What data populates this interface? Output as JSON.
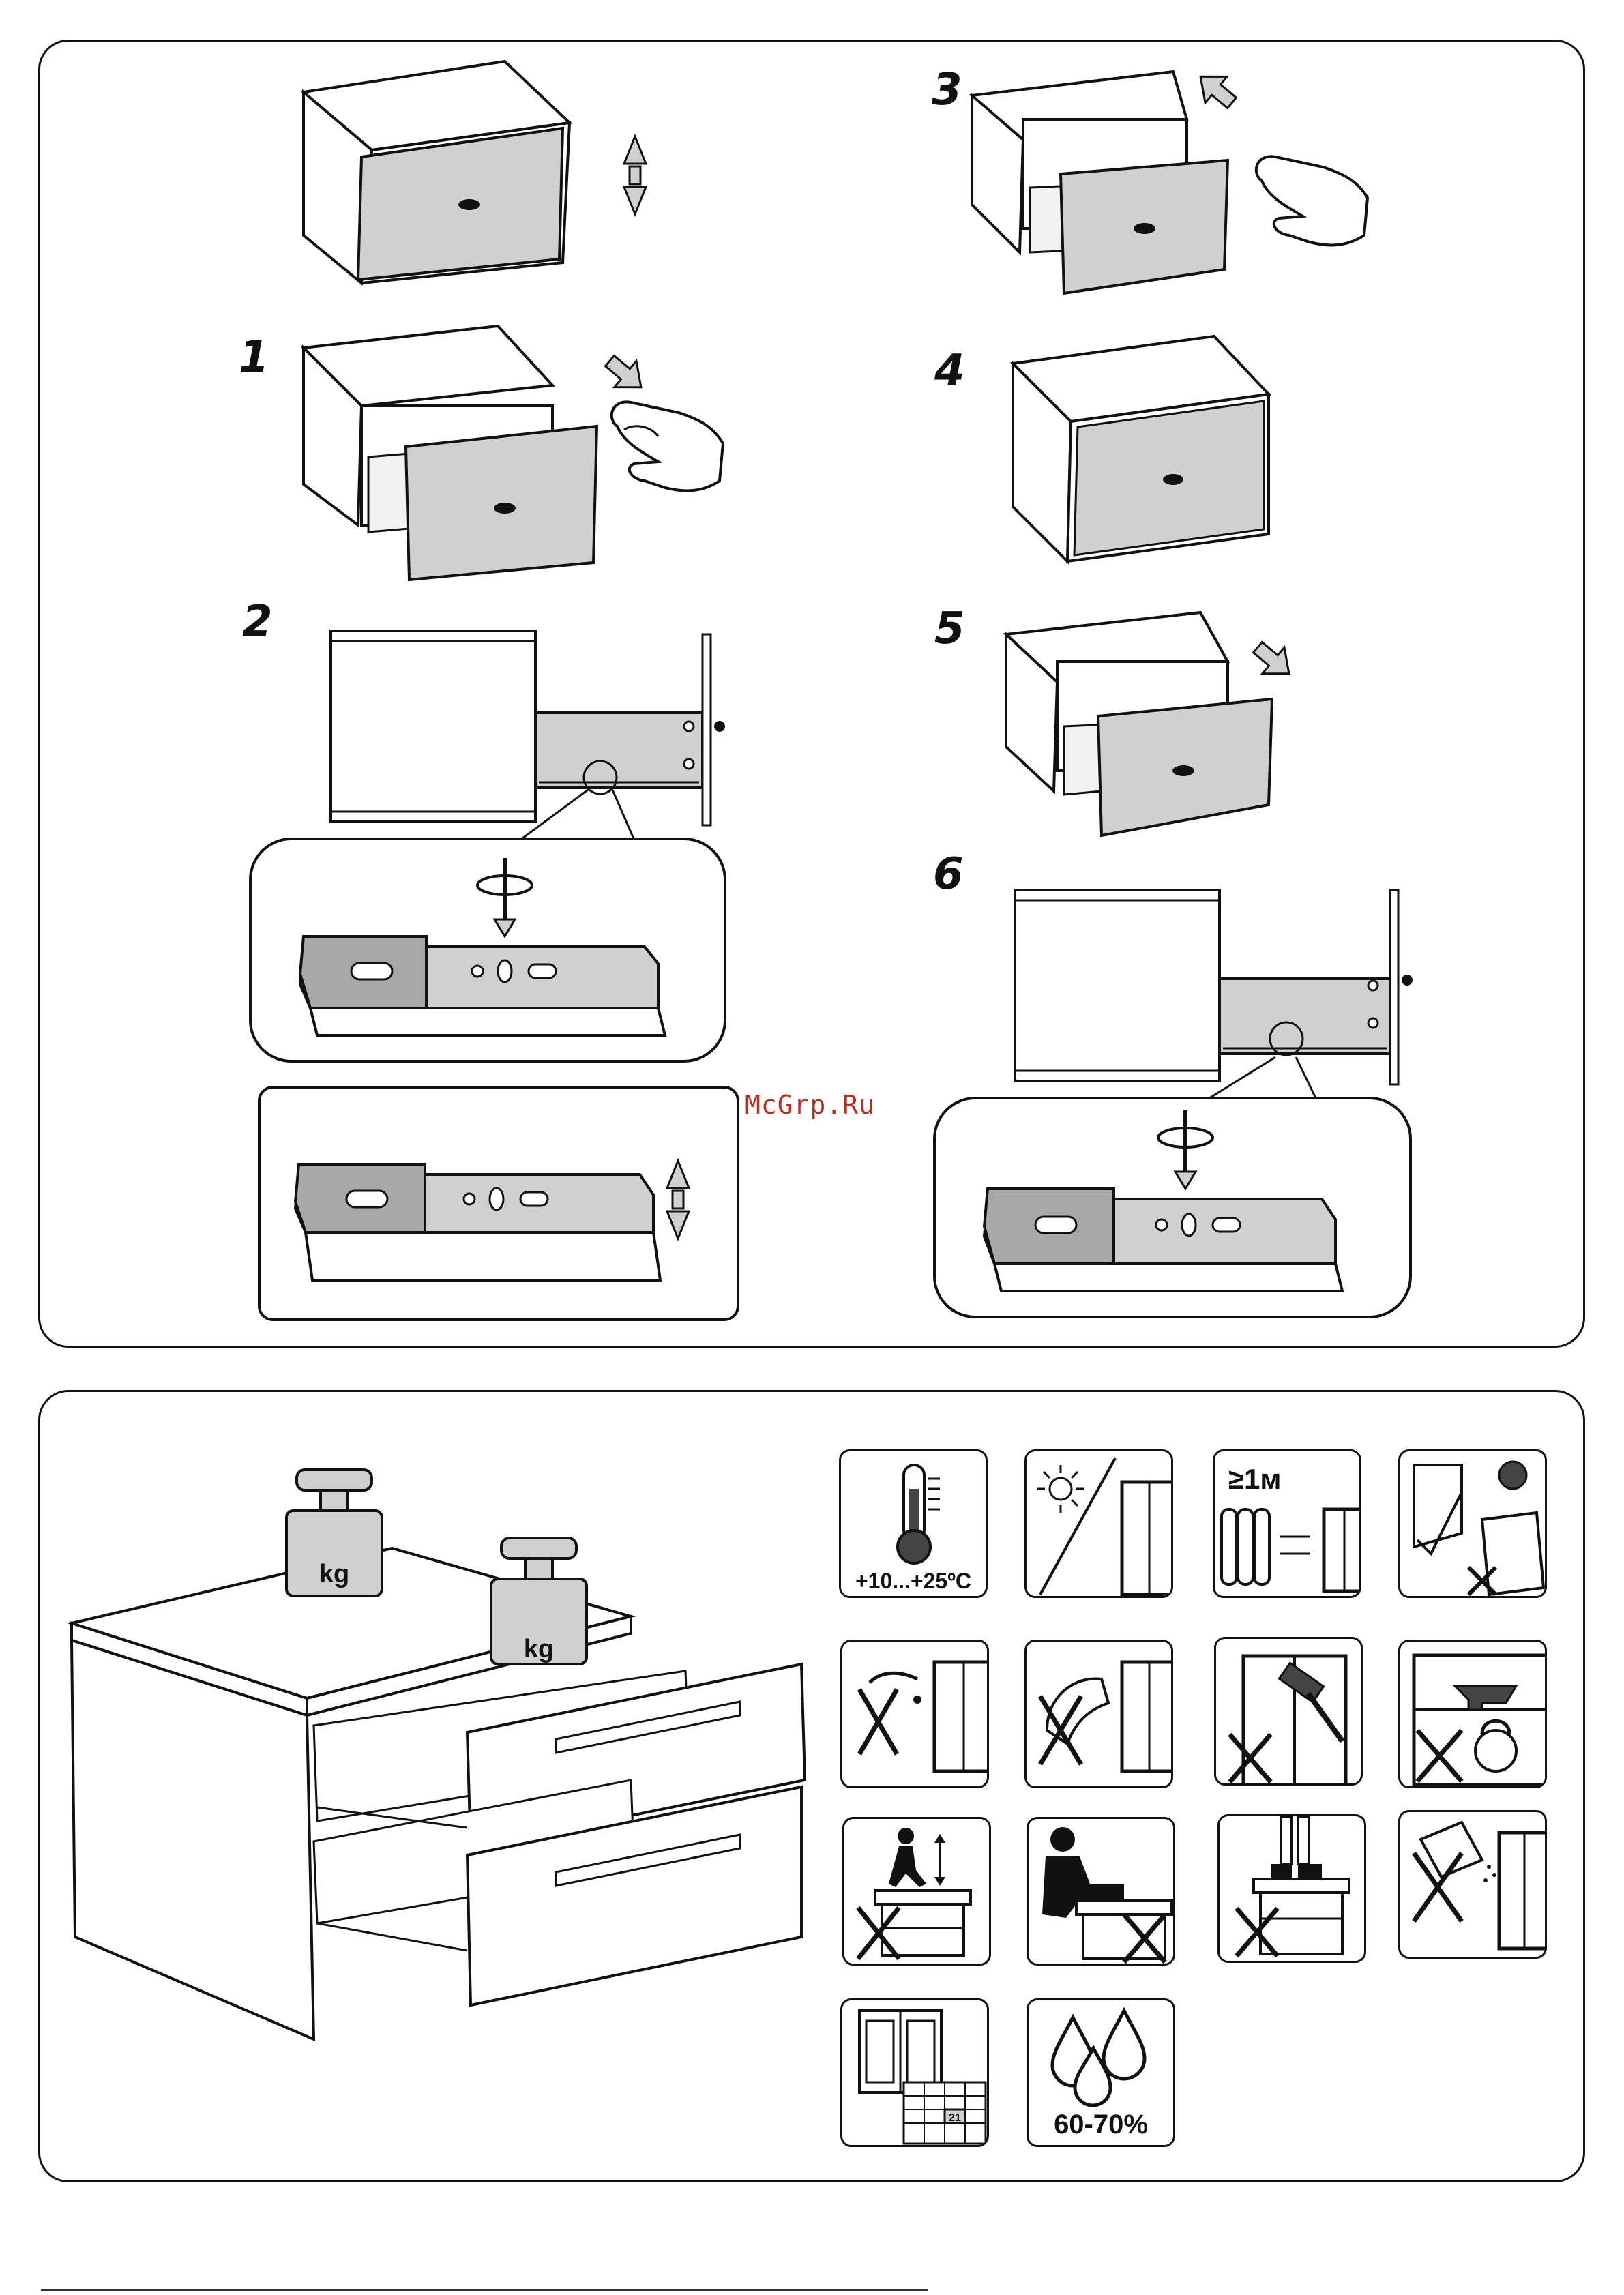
{
  "watermark": "McGrp.Ru",
  "steps": {
    "s1": "1",
    "s2": "2",
    "s3": "3",
    "s4": "4",
    "s5": "5",
    "s6": "6"
  },
  "weights": {
    "kg_left": "kg",
    "kg_right": "kg"
  },
  "pictograms": {
    "temperature": "+10...+25ºC",
    "distance": "≥1м",
    "humidity": "60-70%",
    "calendar_day": "21"
  }
}
